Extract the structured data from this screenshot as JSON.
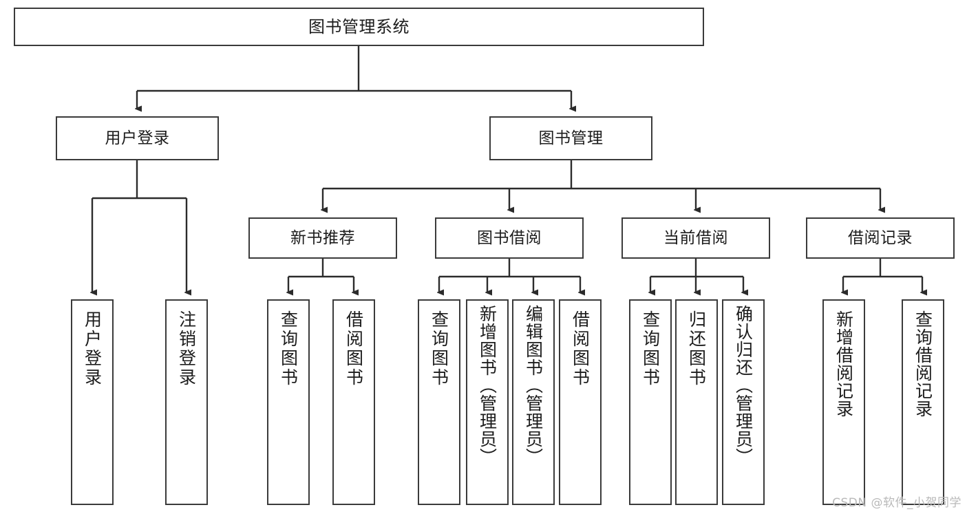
{
  "diagram": {
    "title": "图书管理系统",
    "watermark": "CSDN @软件_小贺同学",
    "root": {
      "label": "图书管理系统"
    },
    "level1": [
      {
        "label": "用户登录"
      },
      {
        "label": "图书管理"
      }
    ],
    "level2": [
      {
        "label": "新书推荐"
      },
      {
        "label": "图书借阅"
      },
      {
        "label": "当前借阅"
      },
      {
        "label": "借阅记录"
      }
    ],
    "leaves": {
      "user_login": [
        {
          "label": "用户登录"
        },
        {
          "label": "注销登录"
        }
      ],
      "new_book_recommend": [
        {
          "label": "查询图书"
        },
        {
          "label": "借阅图书"
        }
      ],
      "book_borrow": [
        {
          "label": "查询图书"
        },
        {
          "label": "新增图书（管理员）"
        },
        {
          "label": "编辑图书（管理员）"
        },
        {
          "label": "借阅图书"
        }
      ],
      "current_borrow": [
        {
          "label": "查询图书"
        },
        {
          "label": "归还图书"
        },
        {
          "label": "确认归还（管理员）"
        }
      ],
      "borrow_records": [
        {
          "label": "新增借阅记录"
        },
        {
          "label": "查询借阅记录"
        }
      ]
    },
    "colors": {
      "border": "#3a3a3a",
      "background": "#ffffff",
      "text": "#1c1c1c",
      "watermark": "#b9b9b9"
    }
  }
}
